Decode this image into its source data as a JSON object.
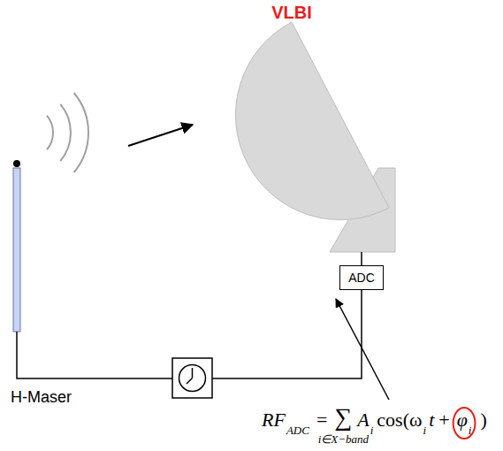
{
  "diagram": {
    "title": "VLBI",
    "nodes": [
      {
        "text": [
          "ADC"
        ]
      }
    ],
    "labels": [
      "H-Maser",
      "RF",
      "ADC",
      "=",
      "∑",
      "i∈X−band",
      "A",
      "i",
      "cos(ω",
      "i",
      "t",
      "+",
      "φ",
      "i",
      ")"
    ]
  }
}
